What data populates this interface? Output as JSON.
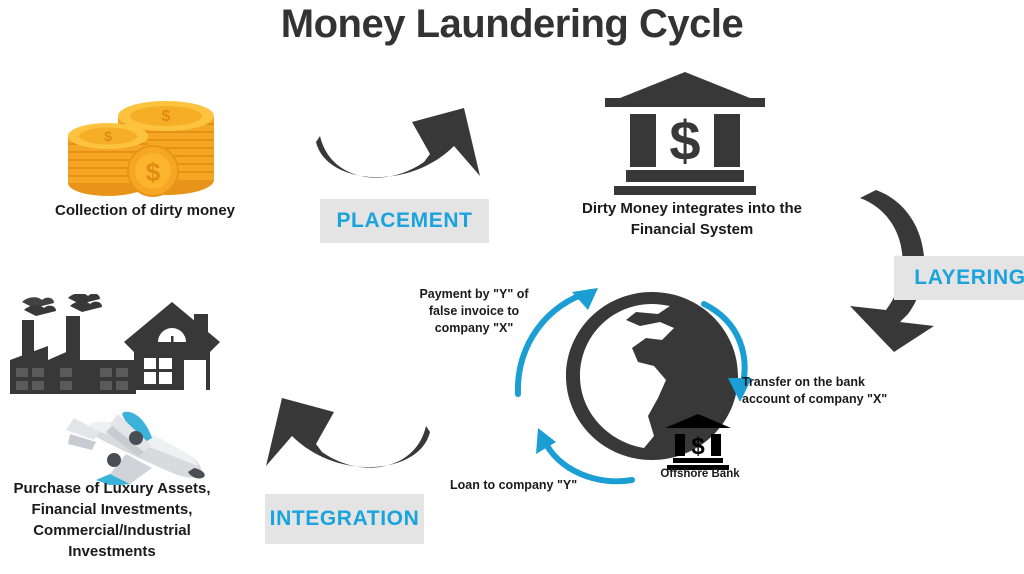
{
  "title": "Money Laundering Cycle",
  "colors": {
    "accent_cyan": "#1aa3dd",
    "dark_gray": "#383838",
    "chip_background": "#e4e4e4",
    "coin_gold": "#f5a623",
    "coin_gold_light": "#fbc02d",
    "text_dark": "#1a1a1a",
    "title_gray": "#333333",
    "airplane_gray": "#d8dade"
  },
  "stages": [
    {
      "id": "placement",
      "label": "PLACEMENT"
    },
    {
      "id": "layering",
      "label": "LAYERING"
    },
    {
      "id": "integration",
      "label": "INTEGRATION"
    }
  ],
  "captions": {
    "dirty_money": "Collection of dirty money",
    "financial_system_line1": "Dirty Money integrates into the",
    "financial_system_line2": "Financial System",
    "luxury_line1": "Purchase of Luxury Assets,",
    "luxury_line2": "Financial Investments,",
    "luxury_line3": "Commercial/Industrial",
    "luxury_line4": "Investments"
  },
  "cycle_annotations": {
    "payment_line1": "Payment by \"Y\" of",
    "payment_line2": "false invoice to",
    "payment_line3": "company \"X\"",
    "transfer_line1": "Transfer on the bank",
    "transfer_line2": "account of company \"X\"",
    "loan": "Loan to company \"Y\"",
    "offshore_bank": "Offshore Bank"
  },
  "icons": {
    "coins": "coin-stack-icon",
    "bank": "bank-icon",
    "globe": "globe-icon",
    "offshore_bank": "offshore-bank-icon",
    "factory": "factory-icon",
    "house": "house-icon",
    "airplane": "airplane-icon",
    "arrow_placement": "curved-arrow-up-right-icon",
    "arrow_layering": "curved-arrow-down-left-icon",
    "arrow_integration": "curved-arrow-up-left-icon",
    "arrow_cycle_left": "cyan-arrow-up-right-icon",
    "arrow_cycle_right": "cyan-arrow-down-icon",
    "arrow_cycle_bottom": "cyan-arrow-right-icon"
  }
}
